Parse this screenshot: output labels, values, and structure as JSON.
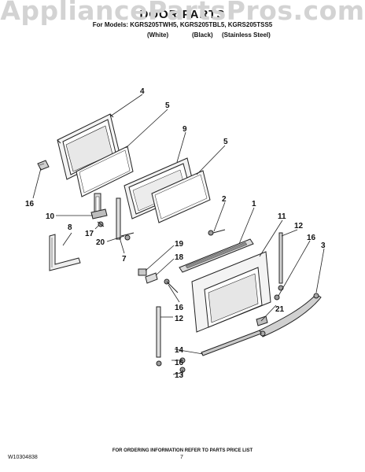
{
  "watermark": "AppliancePartsPros.com",
  "header": {
    "title": "DOOR PARTS",
    "models": "For Models: KGRS205TWH5, KGRS205TBL5, KGRS205TSS5",
    "variants": [
      "(White)",
      "(Black)",
      "(Stainless Steel)"
    ]
  },
  "callouts": {
    "c4": "4",
    "c5a": "5",
    "c9": "9",
    "c5b": "5",
    "c16a": "16",
    "c10": "10",
    "c8": "8",
    "c17": "17",
    "c20": "20",
    "c7": "7",
    "c2": "2",
    "c1": "1",
    "c11": "11",
    "c12a": "12",
    "c16b": "16",
    "c3": "3",
    "c19": "19",
    "c18": "18",
    "c16c": "16",
    "c21": "21",
    "c12b": "12",
    "c14": "14",
    "c16d": "16",
    "c13": "13"
  },
  "footer": {
    "ordering_note": "FOR ORDERING INFORMATION REFER TO PARTS PRICE LIST",
    "doc_number": "W10304838",
    "page": "7"
  }
}
